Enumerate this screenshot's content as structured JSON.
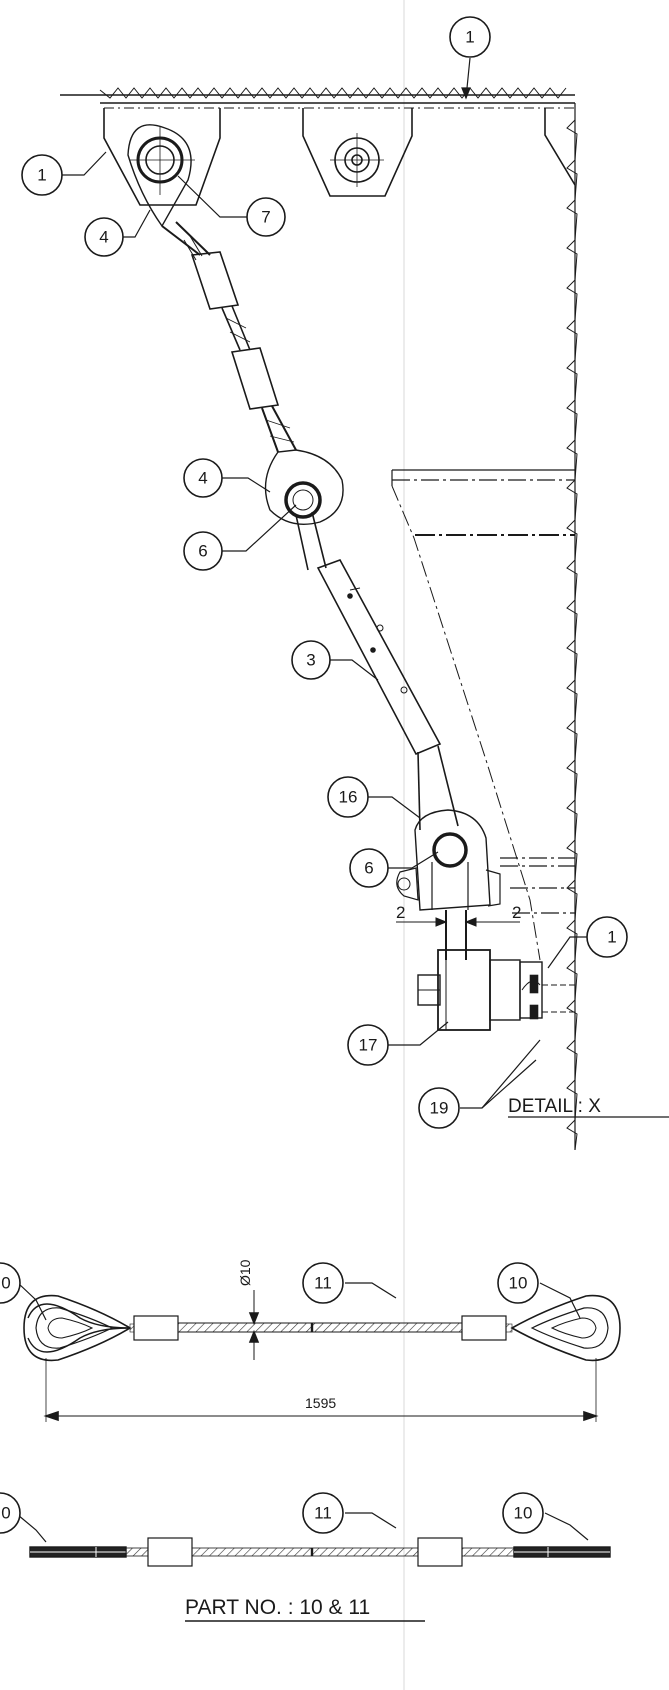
{
  "balloons": {
    "top_1": "1",
    "left_1": "1",
    "item_4_upper": "4",
    "item_7": "7",
    "item_4_lower": "4",
    "item_6_upper": "6",
    "item_3": "3",
    "item_16": "16",
    "item_6_lower": "6",
    "item_17": "17",
    "item_19": "19",
    "item_18_partial": "1",
    "partA_10_left": "0",
    "partA_11": "11",
    "partA_10_right": "10",
    "partB_10_left": "0",
    "partB_11": "11",
    "partB_10_right": "10"
  },
  "dimensions": {
    "gap_left": "2",
    "gap_right": "2",
    "diameter": "Ø10",
    "overall_length": "1595"
  },
  "titles": {
    "detail": "DETAIL : X",
    "part": "PART NO. : 10 & 11"
  }
}
